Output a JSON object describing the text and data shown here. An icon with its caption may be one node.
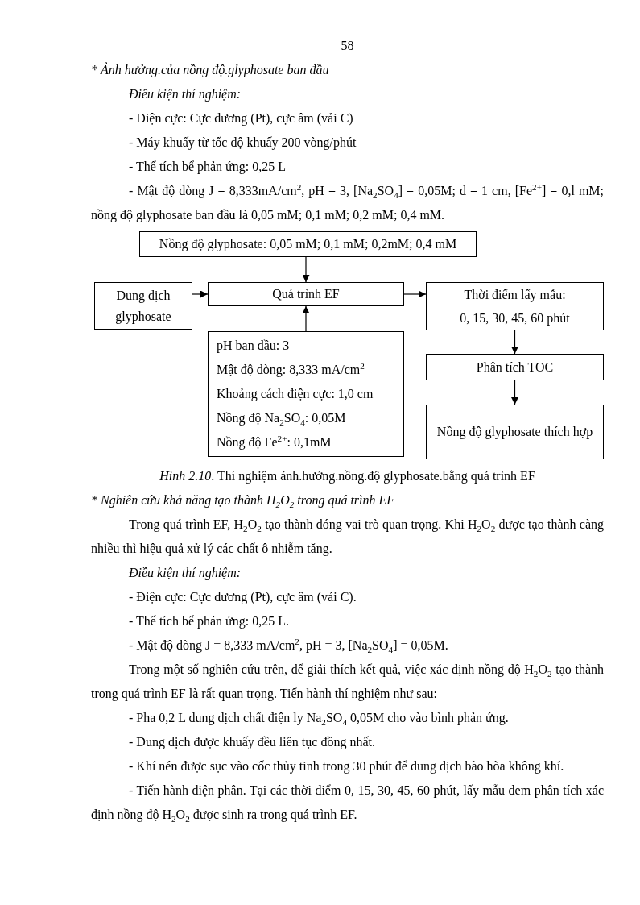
{
  "diagram": {
    "caption": "*Hình 2.10*. Thí nghiệm ảnh.hưởng.nồng.độ glyphosate.bằng quá trình EF",
    "nodes": [
      {
        "text": [
          "Nồng độ glyphosate: 0,05 mM; 0,1 mM; 0,2mM; 0,4 mM"
        ]
      },
      {
        "text": [
          "Dung dịch glyphosate"
        ]
      },
      {
        "text": [
          "Quá trình EF"
        ]
      },
      {
        "text": [
          "Thời điểm lấy mẫu:",
          "0, 15, 30, 45, 60 phút"
        ]
      },
      {
        "text": [
          "pH ban đầu: 3",
          "Mật độ dòng: 8,333 mA/cm$^{2}$",
          "Khoảng cách điện cực: 1,0 cm",
          "Nồng độ Na$_{2}$SO$_{4}$: 0,05M",
          "Nồng độ Fe$^{2+}$: 0,1mM"
        ]
      },
      {
        "text": [
          "Phân tích TOC"
        ]
      },
      {
        "text": [
          "Nồng độ glyphosate thích hợp"
        ]
      }
    ],
    "edges": [
      {
        "from": 0,
        "to": 2,
        "arrow": "to"
      },
      {
        "from": 1,
        "to": 2,
        "arrow": "to"
      },
      {
        "from": 4,
        "to": 2,
        "arrow": "to"
      },
      {
        "from": 2,
        "to": 3,
        "arrow": "to"
      },
      {
        "from": 3,
        "to": 5,
        "arrow": "to"
      },
      {
        "from": 5,
        "to": 6,
        "arrow": "to"
      }
    ],
    "labels": [
      "58",
      "* Ảnh hưởng.của nồng độ.glyphosate ban đầu",
      "Điều kiện thí nghiệm:",
      "- Điện cực: Cực dương (Pt), cực âm (vải C)",
      "- Máy khuấy từ tốc độ khuấy 200 vòng/phút",
      "- Thể tích bể phản ứng: 0,25 L",
      "- Mật độ dòng J = 8,333mA/cm$^{2}$, pH = 3, [Na$_{2}$SO$_{4}$] = 0,05M; d = 1 cm, [Fe$^{2+}$] = 0,l mM; nồng độ glyphosate ban đầu là 0,05 mM; 0,1 mM; 0,2 mM; 0,4 mM.",
      "* Nghiên cứu khả năng tạo thành H$_{2}$O$_{2}$ trong quá trình EF",
      "Trong quá trình EF, H$_{2}$O$_{2}$ tạo thành đóng vai trò quan trọng. Khi H$_{2}$O$_{2}$ được tạo thành càng nhiều thì hiệu quả xử lý các chất ô nhiễm tăng.",
      "Điều kiện thí nghiệm:",
      "- Điện cực: Cực dương (Pt), cực âm (vải C).",
      "- Thể tích bể phản ứng: 0,25 L.",
      "- Mật độ dòng J = 8,333 mA/cm$^{2}$, pH = 3, [Na$_{2}$SO$_{4}$] = 0,05M.",
      "Trong một số nghiên cứu trên, để giải thích kết quả, việc xác định nồng độ H$_{2}$O$_{2}$ tạo thành trong quá trình EF là rất quan trọng. Tiến hành thí nghiệm như sau:",
      "- Pha 0,2 L dung dịch chất điện ly Na$_{2}$SO$_{4}$ 0,05M cho vào bình phản ứng.",
      "- Dung dịch được khuấy đều liên tục đồng nhất.",
      "- Khí nén được sục vào cốc thủy tinh trong 30 phút để dung dịch bão hòa không khí.",
      "- Tiến hành điện phân. Tại các thời điểm 0, 15, 30, 45, 60 phút, lấy mẫu đem phân tích xác định nồng độ H$_{2}$O$_{2}$ được sinh ra trong quá trình EF."
    ]
  }
}
